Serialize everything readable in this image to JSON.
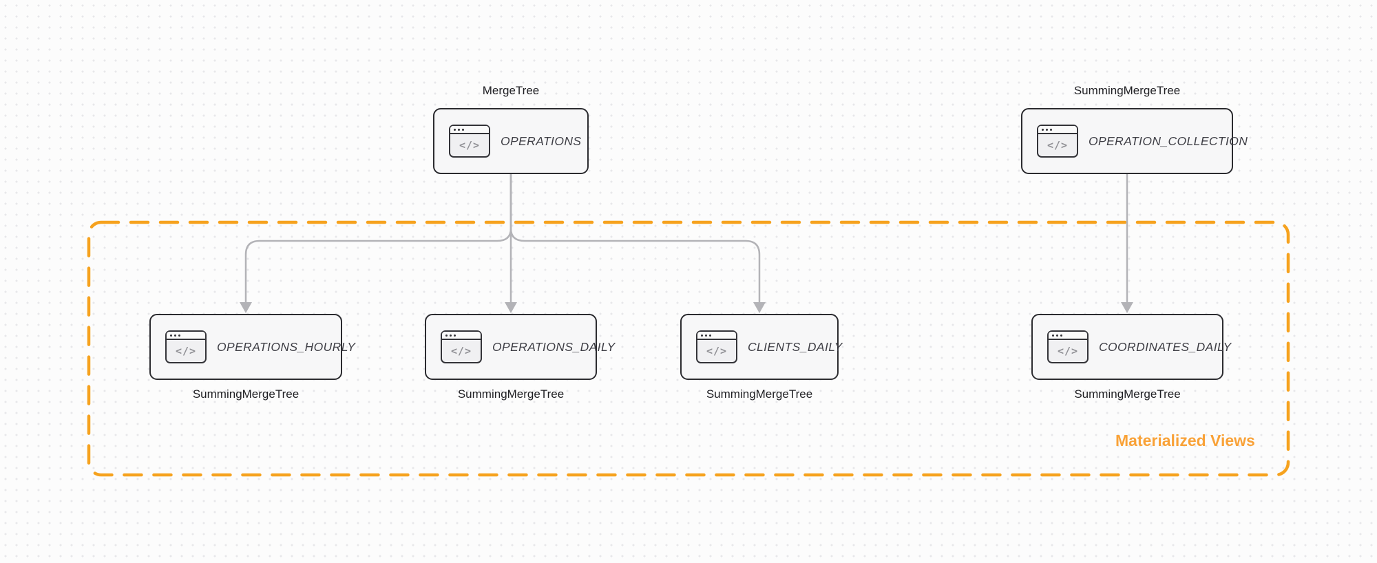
{
  "diagram": {
    "background": "#fcfcfc",
    "dot_color": "#e7e7ea"
  },
  "icon": {
    "glyph": "</>"
  },
  "nodes": [
    {
      "id": "operations",
      "title": "OPERATIONS",
      "engine": "MergeTree",
      "engine_position": "top"
    },
    {
      "id": "operation_collection",
      "title": "OPERATION_COLLECTION",
      "engine": "SummingMergeTree",
      "engine_position": "top"
    },
    {
      "id": "operations_hourly",
      "title": "OPERATIONS_HOURLY",
      "engine": "SummingMergeTree",
      "engine_position": "bottom"
    },
    {
      "id": "operations_daily",
      "title": "OPERATIONS_DAILY",
      "engine": "SummingMergeTree",
      "engine_position": "bottom"
    },
    {
      "id": "clients_daily",
      "title": "CLIENTS_DAILY",
      "engine": "SummingMergeTree",
      "engine_position": "bottom"
    },
    {
      "id": "coordinates_daily",
      "title": "COORDINATES_DAILY",
      "engine": "SummingMergeTree",
      "engine_position": "bottom"
    }
  ],
  "edges": [
    {
      "from": "operations",
      "to": "operations_hourly"
    },
    {
      "from": "operations",
      "to": "operations_daily"
    },
    {
      "from": "operations",
      "to": "clients_daily"
    },
    {
      "from": "operation_collection",
      "to": "coordinates_daily"
    }
  ],
  "group": {
    "label": "Materialized Views",
    "border_color": "#f6a21e",
    "label_color": "#f9a238"
  },
  "colors": {
    "edge": "#b3b3b7",
    "node_border": "#2b2b2f",
    "node_fill": "#f7f7f8",
    "title_text": "#3f3f46",
    "engine_text": "#202024"
  }
}
